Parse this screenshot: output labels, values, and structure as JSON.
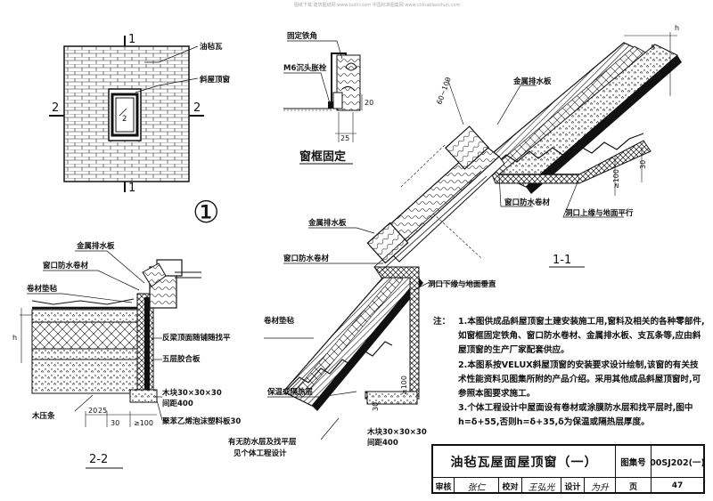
{
  "stamp": "图纸下载 建筑图纸网 www.tuzhi.com  中国标准图集网 www.chinabiaozhun.com",
  "labels": {
    "plan_felt_tile": "油毡瓦",
    "plan_skylight": "斜屋顶窗",
    "plan_section_left": "2",
    "plan_section_right": "2",
    "plan_section_top": "1",
    "plan_section_bottom": "1",
    "plan_window_mark": "2",
    "detail_number": "①",
    "fix_angle": "固定铁角",
    "fix_bolt": "M6沉头胀栓",
    "fix_dim_20": "20",
    "fix_dim_25": "25",
    "fix_title": "窗框固定",
    "s11_dim_60_100": "60~100",
    "s11_metal_flashing": "金属排水板",
    "s11_h": "h",
    "s11_delta": "δ",
    "s11_dim_30": "30",
    "s11_dim_100": "≥100",
    "s11_window_membrane": "窗口防水卷材",
    "s11_opening_top": "洞口上缘与地面平行",
    "s11_title": "1-1",
    "s11_metal_flashing_2": "金属排水板",
    "s11_window_membrane_2": "窗口防水卷材",
    "s11_opening_bottom": "洞口下缘与地面垂直",
    "s11_underlay": "卷材垫毡",
    "s11_insulation": "保温或隔热层",
    "s11_dim_30b": "30",
    "s11_dim_100b": "≥100",
    "s11_wood_block": "木块30×30×30",
    "s11_spacing": "间距400",
    "s11_waterproof": "有无防水层及找平层",
    "s11_see_project": "见个体工程设计",
    "s22_metal_flashing": "金属排水板",
    "s22_window_membrane": "窗口防水卷材",
    "s22_underlay": "卷材垫毡",
    "s22_h": "h",
    "s22_reverse_slope": "反梁顶面随铺随找平",
    "s22_plywood": "五层胶合板",
    "s22_wood_block": "木块30×30×30",
    "s22_spacing": "间距400",
    "s22_batten": "木压条",
    "s22_dim_20": "20",
    "s22_dim_25": "25",
    "s22_dim_30": "30",
    "s22_dim_100": "≥100",
    "s22_eps": "聚苯乙烯泡沫塑料板30",
    "s22_title": "2-2"
  },
  "notes": {
    "header": "注：",
    "items": [
      {
        "num": "1.",
        "text": "本图供成品斜屋顶窗土建安装施工用,窗料及相关的各种零部件,如窗框固定铁角、窗口防水卷材、金属排水板、支瓦条等,应由斜屋顶窗的生产厂家配套供应。"
      },
      {
        "num": "2.",
        "text": "本图系按VELUX斜屋顶窗的安装要求设计绘制,该窗的有关技术性能资料见图集所附的产品介绍。采用其他成品斜屋顶窗时,可参照本图要求施工。"
      },
      {
        "num": "3.",
        "text": "个体工程设计中屋面设有卷材或涂膜防水层和找平层时,图中h=δ+55,否则h=δ+35,δ为保温或隔热层厚度。"
      }
    ]
  },
  "title_block": {
    "title": "油毡瓦屋面屋顶窗（一）",
    "atlas_label": "图集号",
    "atlas_value": "00SJ202(一)",
    "review_label": "审核",
    "review_sig": "张仁",
    "check_label": "校对",
    "check_sig": "王弘光",
    "design_label": "设计",
    "design_sig": "为升",
    "page_label": "页",
    "page_value": "47"
  }
}
